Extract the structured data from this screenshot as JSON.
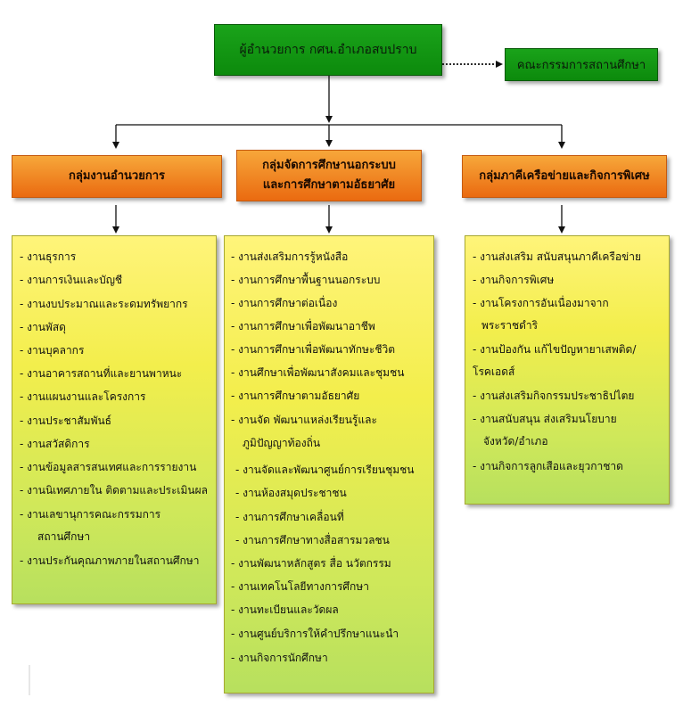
{
  "director": "ผู้อำนวยการ กศน.อำเภอสบปราบ",
  "committee": "คณะกรรมการสถานศึกษา",
  "groups": [
    {
      "title": "กลุ่มงานอำนวยการ",
      "items": [
        "- งานธุรการ",
        "- งานการเงินและบัญชี",
        "- งานงบประมาณและระดมทรัพยากร",
        "- งานพัสดุ",
        "- งานบุคลากร",
        "- งานอาคารสถานที่และยานพาหนะ",
        "- งานแผนงานและโครงการ",
        "- งานประชาสัมพันธ์",
        "- งานสวัสดิการ",
        "- งานข้อมูลสารสนเทศและการรายงาน",
        "- งานนิเทศภายใน ติดตามและประเมินผล",
        "- งานเลขานุการคณะกรรมการ",
        "สถานศึกษา",
        "- งานประกันคุณภาพภายในสถานศึกษา"
      ]
    },
    {
      "title_line1": "กลุ่มจัดการศึกษานอกระบบ",
      "title_line2": "และการศึกษาตามอัธยาศัย",
      "items": [
        "- งานส่งเสริมการรู้หนังสือ",
        "- งานการศึกษาพื้นฐานนอกระบบ",
        "- งานการศึกษาต่อเนื่อง",
        "- งานการศึกษาเพื่อพัฒนาอาชีพ",
        "- งานการศึกษาเพื่อพัฒนาทักษะชีวิต",
        "- งานศึกษาเพื่อพัฒนาสังคมและชุมชน",
        "- งานการศึกษาตามอัธยาศัย",
        "- งานจัด พัฒนาแหล่งเรียนรู้และ",
        "ภูมิปัญญาท้องถิ่น",
        "- งานจัดและพัฒนาศูนย์การเรียนชุมชน",
        "- งานห้องสมุดประชาชน",
        "- งานการศึกษาเคลื่อนที่",
        "- งานการศึกษาทางสื่อสารมวลชน",
        "- งานพัฒนาหลักสูตร สื่อ นวัตกรรม",
        "- งานเทคโนโลยีทางการศึกษา",
        "- งานทะเบียนและวัดผล",
        "- งานศูนย์บริการให้คำปรึกษาแนะนำ",
        "- งานกิจการนักศึกษา"
      ]
    },
    {
      "title": "กลุ่มภาคีเครือข่ายและกิจการพิเศษ",
      "items": [
        "- งานส่งเสริม สนับสนุนภาคีเครือข่าย",
        "- งานกิจการพิเศษ",
        "- งานโครงการอันเนื่องมาจาก",
        "พระราชดำริ",
        "- งานป้องกัน แก้ไขปัญหายาเสพติด/",
        "โรคเอดส์",
        "- งานส่งเสริมกิจกรรมประชาธิปไตย",
        "- งานสนับสนุน ส่งเสริมนโยบาย",
        "จังหวัด/อำเภอ",
        "- งานกิจการลูกเสือและยุวกาชาด"
      ]
    }
  ]
}
